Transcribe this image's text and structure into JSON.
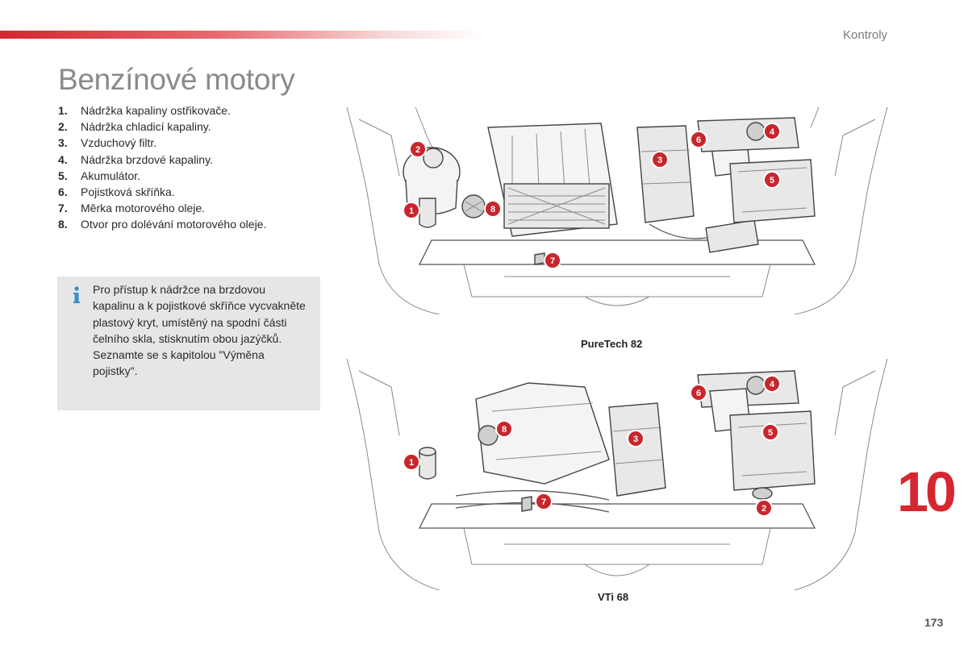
{
  "header": {
    "section_name": "Kontroly",
    "accent_color": "#d6262f"
  },
  "page_title": "Benzínové motory",
  "legend": [
    {
      "num": "1.",
      "text": "Nádržka kapaliny ostřikovače."
    },
    {
      "num": "2.",
      "text": "Nádržka chladicí kapaliny."
    },
    {
      "num": "3.",
      "text": "Vzduchový filtr."
    },
    {
      "num": "4.",
      "text": "Nádržka brzdové kapaliny."
    },
    {
      "num": "5.",
      "text": "Akumulátor."
    },
    {
      "num": "6.",
      "text": "Pojistková skříňka."
    },
    {
      "num": "7.",
      "text": "Měrka motorového oleje."
    },
    {
      "num": "8.",
      "text": "Otvor pro dolévání motorového oleje."
    }
  ],
  "info_box": {
    "icon": "info-icon",
    "paragraph1": "Pro přístup k nádržce na brzdovou kapalinu a k pojistkové skříňce vycvakněte plastový kryt, umístěný na spodní části čelního skla, stisknutím obou jazýčků.",
    "paragraph2": "Seznamte se s kapitolou \"Výměna pojistky\"."
  },
  "diagrams": [
    {
      "caption": "PureTech 82",
      "markers": [
        {
          "label": "1"
        },
        {
          "label": "2"
        },
        {
          "label": "3"
        },
        {
          "label": "4"
        },
        {
          "label": "5"
        },
        {
          "label": "6"
        },
        {
          "label": "7"
        },
        {
          "label": "8"
        }
      ]
    },
    {
      "caption": "VTi 68",
      "markers": [
        {
          "label": "1"
        },
        {
          "label": "2"
        },
        {
          "label": "3"
        },
        {
          "label": "4"
        },
        {
          "label": "5"
        },
        {
          "label": "6"
        },
        {
          "label": "7"
        },
        {
          "label": "8"
        }
      ]
    }
  ],
  "chapter_number": "10",
  "page_number": "173"
}
